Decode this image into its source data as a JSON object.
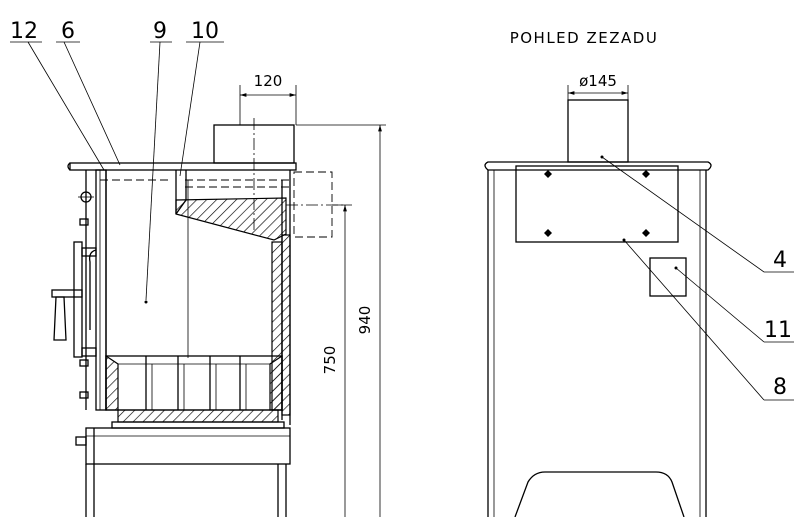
{
  "title": "POHLED ZEZADU",
  "callouts": {
    "c12": "12",
    "c6": "6",
    "c9": "9",
    "c10": "10",
    "c4": "4",
    "c11": "11",
    "c8": "8"
  },
  "dimensions": {
    "width_top": "120",
    "height_750": "750",
    "height_940": "940",
    "flue_diameter": "ø145"
  }
}
